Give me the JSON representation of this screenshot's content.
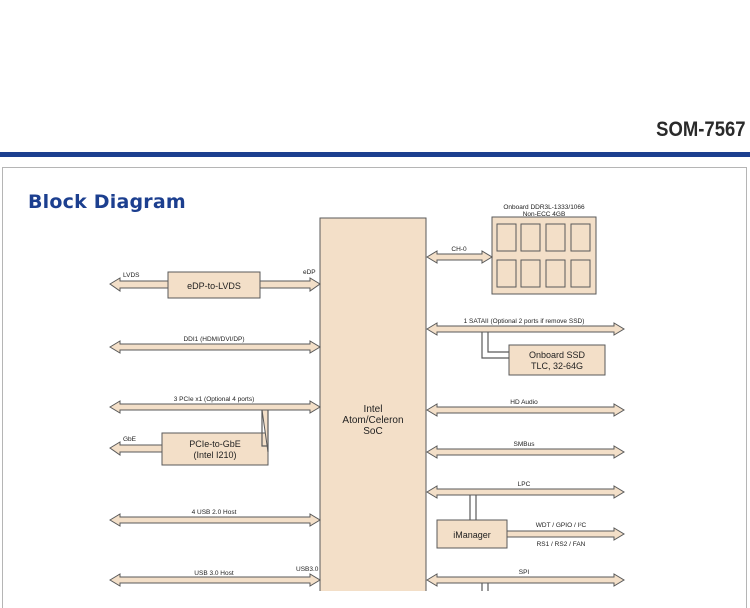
{
  "header": {
    "product": "SOM-7567"
  },
  "section": {
    "title": "Block Diagram"
  },
  "diagram": {
    "soc": [
      "Intel",
      "Atom/Celeron",
      "SoC"
    ],
    "memory": {
      "title_line1": "Onboard DDR3L-1333/1066",
      "title_line2": "Non-ECC 4GB",
      "channel": "CH-0"
    },
    "edp_lvds": {
      "block": "eDP-to-LVDS",
      "out": "LVDS",
      "in": "eDP"
    },
    "ddi": "DDI1 (HDMI/DVI/DP)",
    "pcie": "3 PCIe x1 (Optional 4 ports)",
    "gbe": {
      "block_line1": "PCIe-to-GbE",
      "block_line2": "(Intel I210)",
      "out": "GbE"
    },
    "usb2": "4 USB 2.0 Host",
    "usb3": {
      "label": "USB 3.0 Host",
      "port": "USB3.0"
    },
    "sata": "1 SATAII (Optional 2 ports if remove SSD)",
    "ssd": {
      "line1": "Onboard SSD",
      "line2": "TLC, 32-64G"
    },
    "hd_audio": "HD Audio",
    "smbus": "SMBus",
    "lpc": "LPC",
    "imanager": {
      "block": "iManager",
      "top": "WDT / GPIO / I²C",
      "bottom": "RS1 / RS2 / FAN"
    },
    "spi": "SPI"
  },
  "colors": {
    "accent": "#1c3f8f",
    "fill": "#f3dfc8",
    "stroke": "#5a5a5a"
  }
}
